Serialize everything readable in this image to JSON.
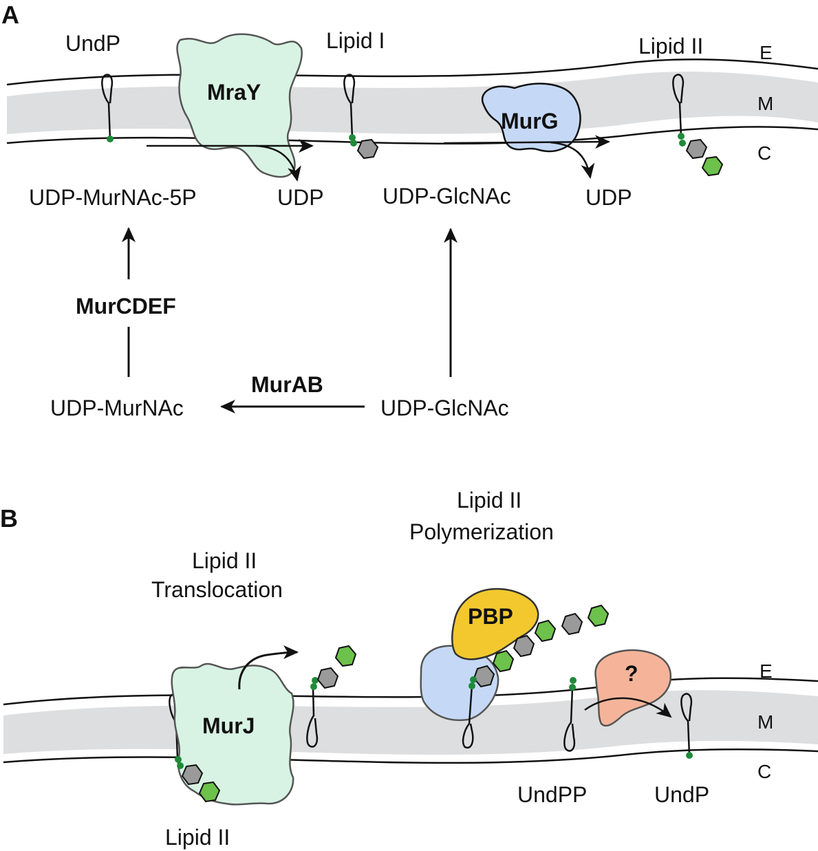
{
  "colors": {
    "membrane_fill": "#dddee0",
    "membrane_line": "#111111",
    "glcnac": "#6cc24a",
    "murnac": "#9a9a9a",
    "lipid_head": "#1f8a3a",
    "mray": "#d8f3e4",
    "murj": "#d8f3e4",
    "murg": "#c5d9f7",
    "pbp": "#f2c82e",
    "pbp_partner": "#c5d9f7",
    "unknown": "#f5b49a"
  },
  "panel_a": {
    "label": "A",
    "side_e": "E",
    "side_m": "M",
    "side_c": "C",
    "undp": "UndP",
    "lipid1": "Lipid I",
    "lipid2": "Lipid II",
    "mray": "MraY",
    "murg": "MurG",
    "udp_murnac_5p": "UDP-MurNAc-5P",
    "udp_1": "UDP",
    "udp_glcnac_top": "UDP-GlcNAc",
    "udp_2": "UDP",
    "murcdef": "MurCDEF",
    "murab": "MurAB",
    "udp_murnac": "UDP-MurNAc",
    "udp_glcnac_bottom": "UDP-GlcNAc"
  },
  "panel_b": {
    "label": "B",
    "side_e": "E",
    "side_m": "M",
    "side_c": "C",
    "translocation_line1": "Lipid II",
    "translocation_line2": "Translocation",
    "polymerization_line1": "Lipid II",
    "polymerization_line2": "Polymerization",
    "murj": "MurJ",
    "pbp": "PBP",
    "unknown": "?",
    "lipid2_bottom": "Lipid II",
    "undpp": "UndPP",
    "undp": "UndP"
  }
}
